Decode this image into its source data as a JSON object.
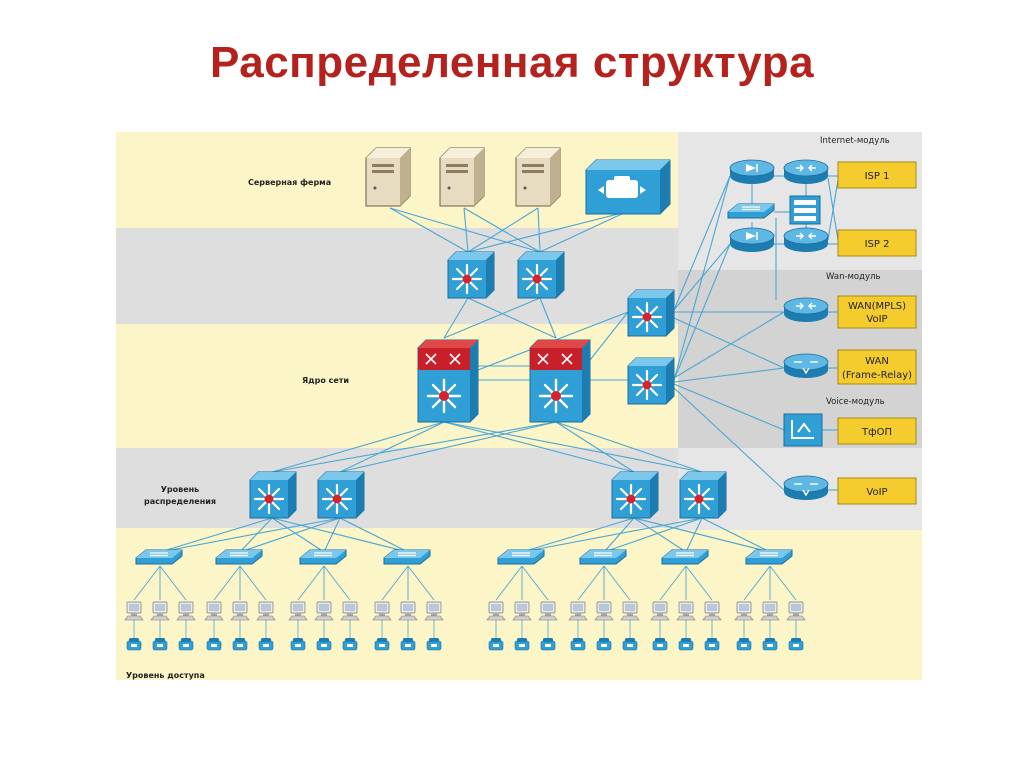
{
  "title": "Распределенная структура",
  "bands": {
    "server_farm": "Серверная ферма",
    "core": "Ядро сети",
    "distribution_line1": "Уровень",
    "distribution_line2": "распределения",
    "access": "Уровень доступа"
  },
  "modules": {
    "internet": "Internet-модуль",
    "wan": "Wan-модуль",
    "voice": "Voice-модуль"
  },
  "service_boxes": [
    {
      "line1": "ISP 1",
      "line2": ""
    },
    {
      "line1": "ISP 2",
      "line2": ""
    },
    {
      "line1": "WAN(MPLS)",
      "line2": "VoIP"
    },
    {
      "line1": "WAN",
      "line2": "(Frame-Relay)"
    },
    {
      "line1": "ТфОП",
      "line2": ""
    },
    {
      "line1": "VoIP",
      "line2": ""
    }
  ],
  "colors": {
    "title": "#b5221d",
    "device_blue": "#2f9fd6",
    "router_red": "#c8202a",
    "service_box": "#f5cc2e",
    "band_yellow": "#fbf5c8",
    "band_gray": "#dedede",
    "link": "#4aa7d3"
  },
  "icons": [
    "server-icon",
    "ip-phone-gateway-icon",
    "multilayer-switch-icon",
    "core-switch-icon",
    "router-icon",
    "firewall-icon",
    "workgroup-switch-icon",
    "ip-phone-icon",
    "workstation-icon",
    "voice-gateway-icon"
  ]
}
